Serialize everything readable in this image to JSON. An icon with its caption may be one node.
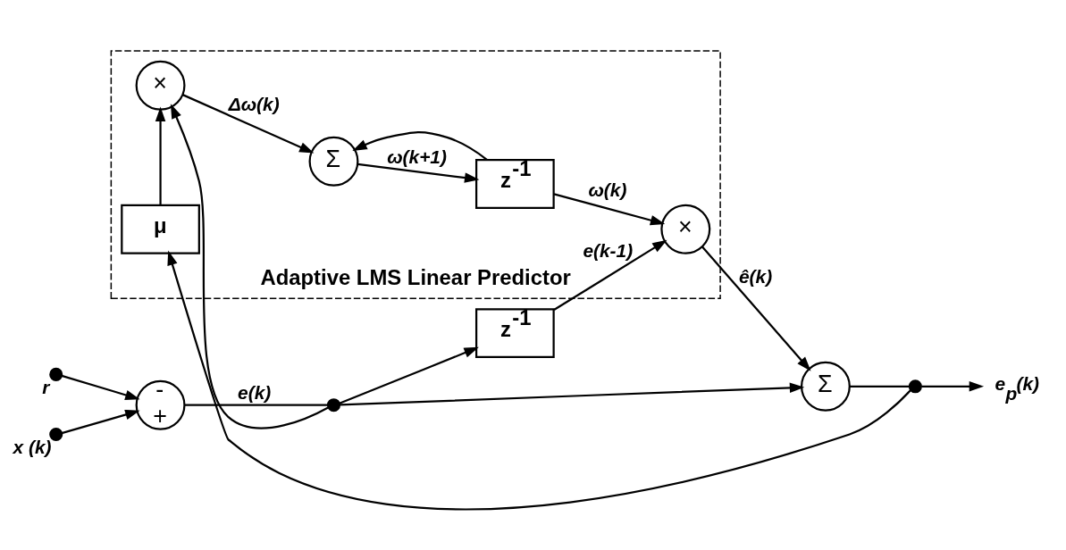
{
  "diagram": {
    "nodes": [
      {
        "text": [
          "Adaptive LMS Linear Predictor"
        ]
      },
      {
        "text": [],
        "shape": "dot",
        "beside": [
          "r"
        ]
      },
      {
        "text": [
          "-",
          "+"
        ]
      },
      {
        "text": [],
        "shape": "dot",
        "beside": [
          "x (k)"
        ]
      },
      {
        "text": [],
        "shape": "dot"
      },
      {
        "text": [
          "z$^{-1}$"
        ]
      },
      {
        "text": [
          "×"
        ],
        "in": 0
      },
      {
        "text": [
          "Σ"
        ]
      },
      {
        "text": [],
        "shape": "dot"
      },
      {
        "text": [
          "e$_{p}$(k)"
        ]
      },
      {
        "text": [
          "z$^{-1}$"
        ],
        "in": 0
      },
      {
        "text": [
          "Σ"
        ],
        "in": 0
      },
      {
        "text": [
          "×"
        ],
        "in": 0
      },
      {
        "text": [
          "μ"
        ],
        "in": 0
      }
    ],
    "edges": [
      {
        "from": 1,
        "to": 2,
        "arrow": "to"
      },
      {
        "from": 3,
        "to": 2,
        "arrow": "to"
      },
      {
        "from": 2,
        "to": 4,
        "arrow": "none",
        "label": "e(k)"
      },
      {
        "from": 4,
        "to": 5,
        "arrow": "to"
      },
      {
        "from": 5,
        "to": 6,
        "arrow": "to",
        "label": "e(k-1)"
      },
      {
        "from": 6,
        "to": 7,
        "arrow": "to",
        "label": "ê(k)"
      },
      {
        "from": 4,
        "to": 7,
        "arrow": "to"
      },
      {
        "from": 7,
        "to": 8,
        "arrow": "none"
      },
      {
        "from": 8,
        "to": 9,
        "arrow": "to"
      },
      {
        "from": 8,
        "to": 13,
        "arrow": "to"
      },
      {
        "from": 13,
        "to": 12,
        "arrow": "to"
      },
      {
        "from": 4,
        "to": 12,
        "arrow": "to"
      },
      {
        "from": 12,
        "to": 11,
        "arrow": "to",
        "label": "Δω(k)"
      },
      {
        "from": 11,
        "to": 10,
        "arrow": "to",
        "label": "ω(k+1)"
      },
      {
        "from": 10,
        "to": 6,
        "arrow": "to",
        "label": "ω(k)"
      },
      {
        "from": 10,
        "to": 11,
        "arrow": "to"
      }
    ]
  }
}
